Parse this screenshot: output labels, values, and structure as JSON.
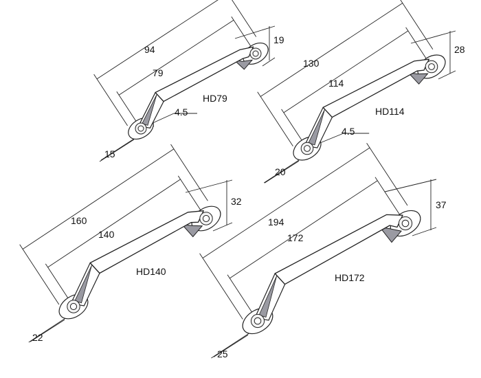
{
  "title": "Handle dimension drawings",
  "colors": {
    "line": "#222222",
    "face_shade": "#9a9aa2",
    "body": "#ffffff"
  },
  "handles": [
    {
      "model": "HD79",
      "overall": "94",
      "hole_pitch": "79",
      "height": "19",
      "foot": "15",
      "hole_dia": "4.5"
    },
    {
      "model": "HD114",
      "overall": "130",
      "hole_pitch": "114",
      "height": "28",
      "foot": "20",
      "hole_dia": "4.5"
    },
    {
      "model": "HD140",
      "overall": "160",
      "hole_pitch": "140",
      "height": "32",
      "foot": "22"
    },
    {
      "model": "HD172",
      "overall": "194",
      "hole_pitch": "172",
      "height": "37",
      "foot": "25"
    }
  ]
}
